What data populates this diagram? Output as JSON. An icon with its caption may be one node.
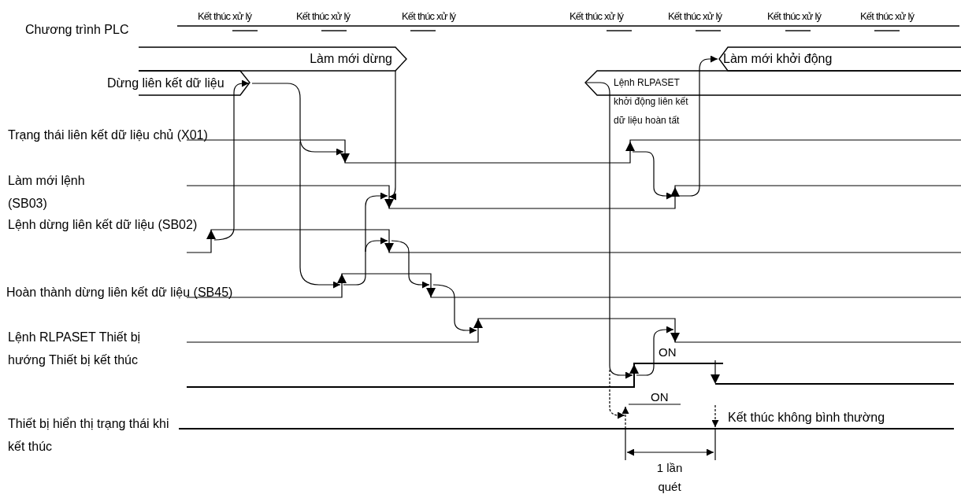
{
  "diagram": {
    "labels": [
      "Chương trình PLC",
      "Kết thúc xử lý",
      "Kết thúc xử lý",
      "Kết thúc xử lý",
      "Kết thúc xử lý",
      "Kết thúc xử lý",
      "Kết thúc xử lý",
      "Kết thúc xử lý",
      "Làm mới dừng",
      "Làm mới khởi động",
      "Dừng liên kết dữ liệu",
      "Lệnh RLPASET khởi động liên kết dữ liệu hoàn tất",
      "Trạng thái liên kết dữ liệu chủ (X01)",
      "Làm mới lệnh (SB03)",
      "Lệnh dừng liên kết dữ liệu (SB02)",
      "Hoàn thành dừng liên kết dữ liệu (SB45)",
      "Lệnh RLPASET Thiết bị hướng Thiết bị kết thúc",
      "ON",
      "ON",
      "Thiết bị hiển thị trạng thái khi kết thúc",
      "Kết thúc không bình thường",
      "1 lần quét"
    ]
  }
}
